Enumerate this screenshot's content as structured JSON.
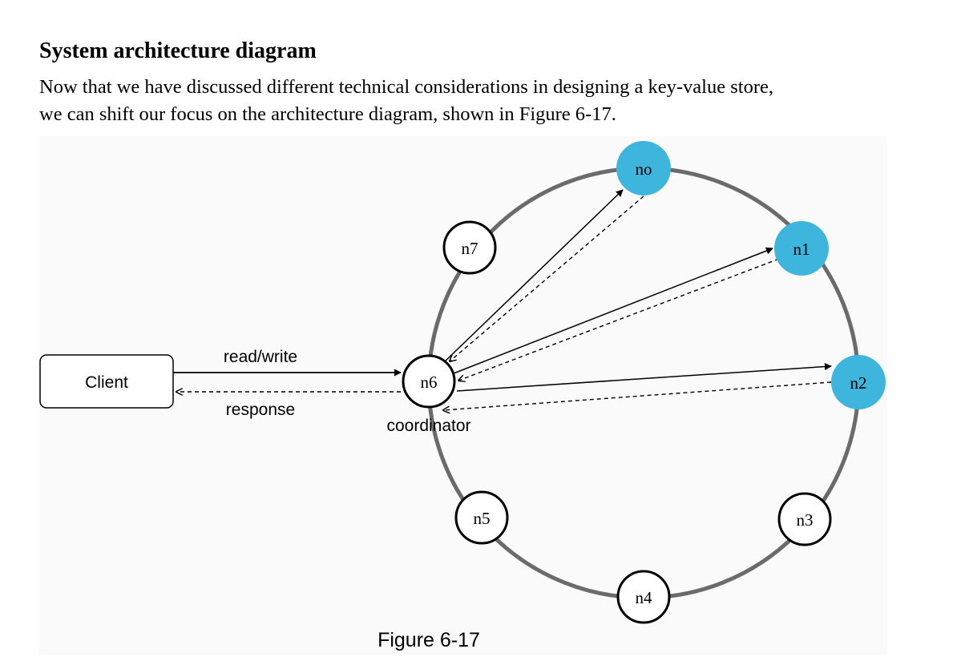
{
  "heading": "System architecture diagram",
  "paragraph": {
    "line1": "Now that we have discussed different technical considerations in designing a key-value store,",
    "line2": "we can shift our focus on the architecture diagram, shown in Figure 6-17."
  },
  "diagram": {
    "client_label": "Client",
    "request_label": "read/write",
    "response_label": "response",
    "coordinator_label": "coordinator",
    "caption": "Figure 6-17",
    "nodes": [
      {
        "id": "n0",
        "label": "no",
        "highlighted": true
      },
      {
        "id": "n1",
        "label": "n1",
        "highlighted": true
      },
      {
        "id": "n2",
        "label": "n2",
        "highlighted": true
      },
      {
        "id": "n3",
        "label": "n3",
        "highlighted": false
      },
      {
        "id": "n4",
        "label": "n4",
        "highlighted": false
      },
      {
        "id": "n5",
        "label": "n5",
        "highlighted": false
      },
      {
        "id": "n6",
        "label": "n6",
        "highlighted": false
      },
      {
        "id": "n7",
        "label": "n7",
        "highlighted": false
      }
    ],
    "colors": {
      "highlight": "#3db5dc",
      "ring": "#6b6b6b",
      "stroke": "#000000"
    }
  }
}
